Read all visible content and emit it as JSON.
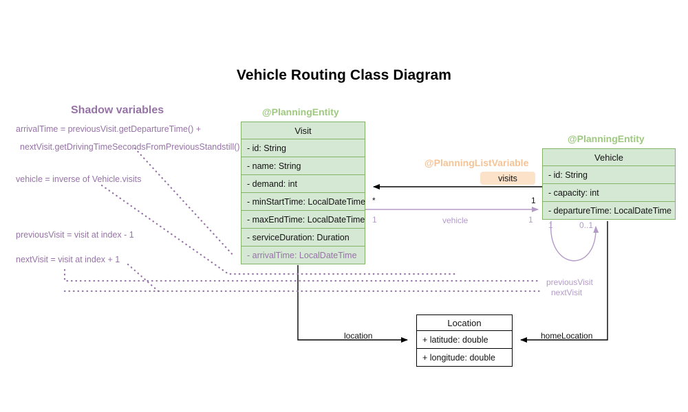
{
  "diagram": {
    "title": "Vehicle Routing Class Diagram",
    "background": "#ffffff",
    "entity_fill": "#d5e8d4",
    "entity_stroke": "#82b366",
    "shadow_color": "#9673a6",
    "annotation_green": "#9ec97f",
    "annotation_orange": "#f5c396",
    "badge_fill": "#fbe2c8"
  },
  "shadow_section": {
    "heading": "Shadow variables",
    "lines": [
      "arrivalTime = previousVisit.getDepartureTime() +",
      "nextVisit.getDrivingTimeSecondsFromPreviousStandstill()",
      "vehicle = inverse of Vehicle.visits",
      "previousVisit = visit at index - 1",
      "nextVisit = visit at index + 1"
    ]
  },
  "classes": {
    "visit": {
      "stereotype": "@PlanningEntity",
      "name": "Visit",
      "attributes": [
        "- id: String",
        "- name: String",
        "- demand: int",
        "- minStartTime: LocalDateTime",
        "- maxEndTime: LocalDateTime",
        "- serviceDuration: Duration",
        "- arrivalTime: LocalDateTime"
      ],
      "shadow_attribute_index": 6
    },
    "vehicle": {
      "stereotype": "@PlanningEntity",
      "name": "Vehicle",
      "attributes": [
        "- id: String",
        "- capacity: int",
        "- departureTime: LocalDateTime"
      ]
    },
    "location": {
      "name": "Location",
      "attributes": [
        "+ latitude: double",
        "+ longitude: double"
      ]
    }
  },
  "planning_list_variable": {
    "stereotype": "@PlanningListVariable",
    "badge": "visits"
  },
  "relations": {
    "visits": {
      "label": "",
      "source_mult": "*",
      "target_mult": "1"
    },
    "vehicle": {
      "label": "vehicle",
      "source_mult": "1",
      "target_mult": "1"
    },
    "self_loop": {
      "source_mult": "1",
      "target_mult": "0..1"
    },
    "previous_visit": {
      "label": "previousVisit"
    },
    "next_visit": {
      "label": "nextVisit"
    },
    "location": {
      "label": "location"
    },
    "home_location": {
      "label": "homeLocation"
    }
  }
}
